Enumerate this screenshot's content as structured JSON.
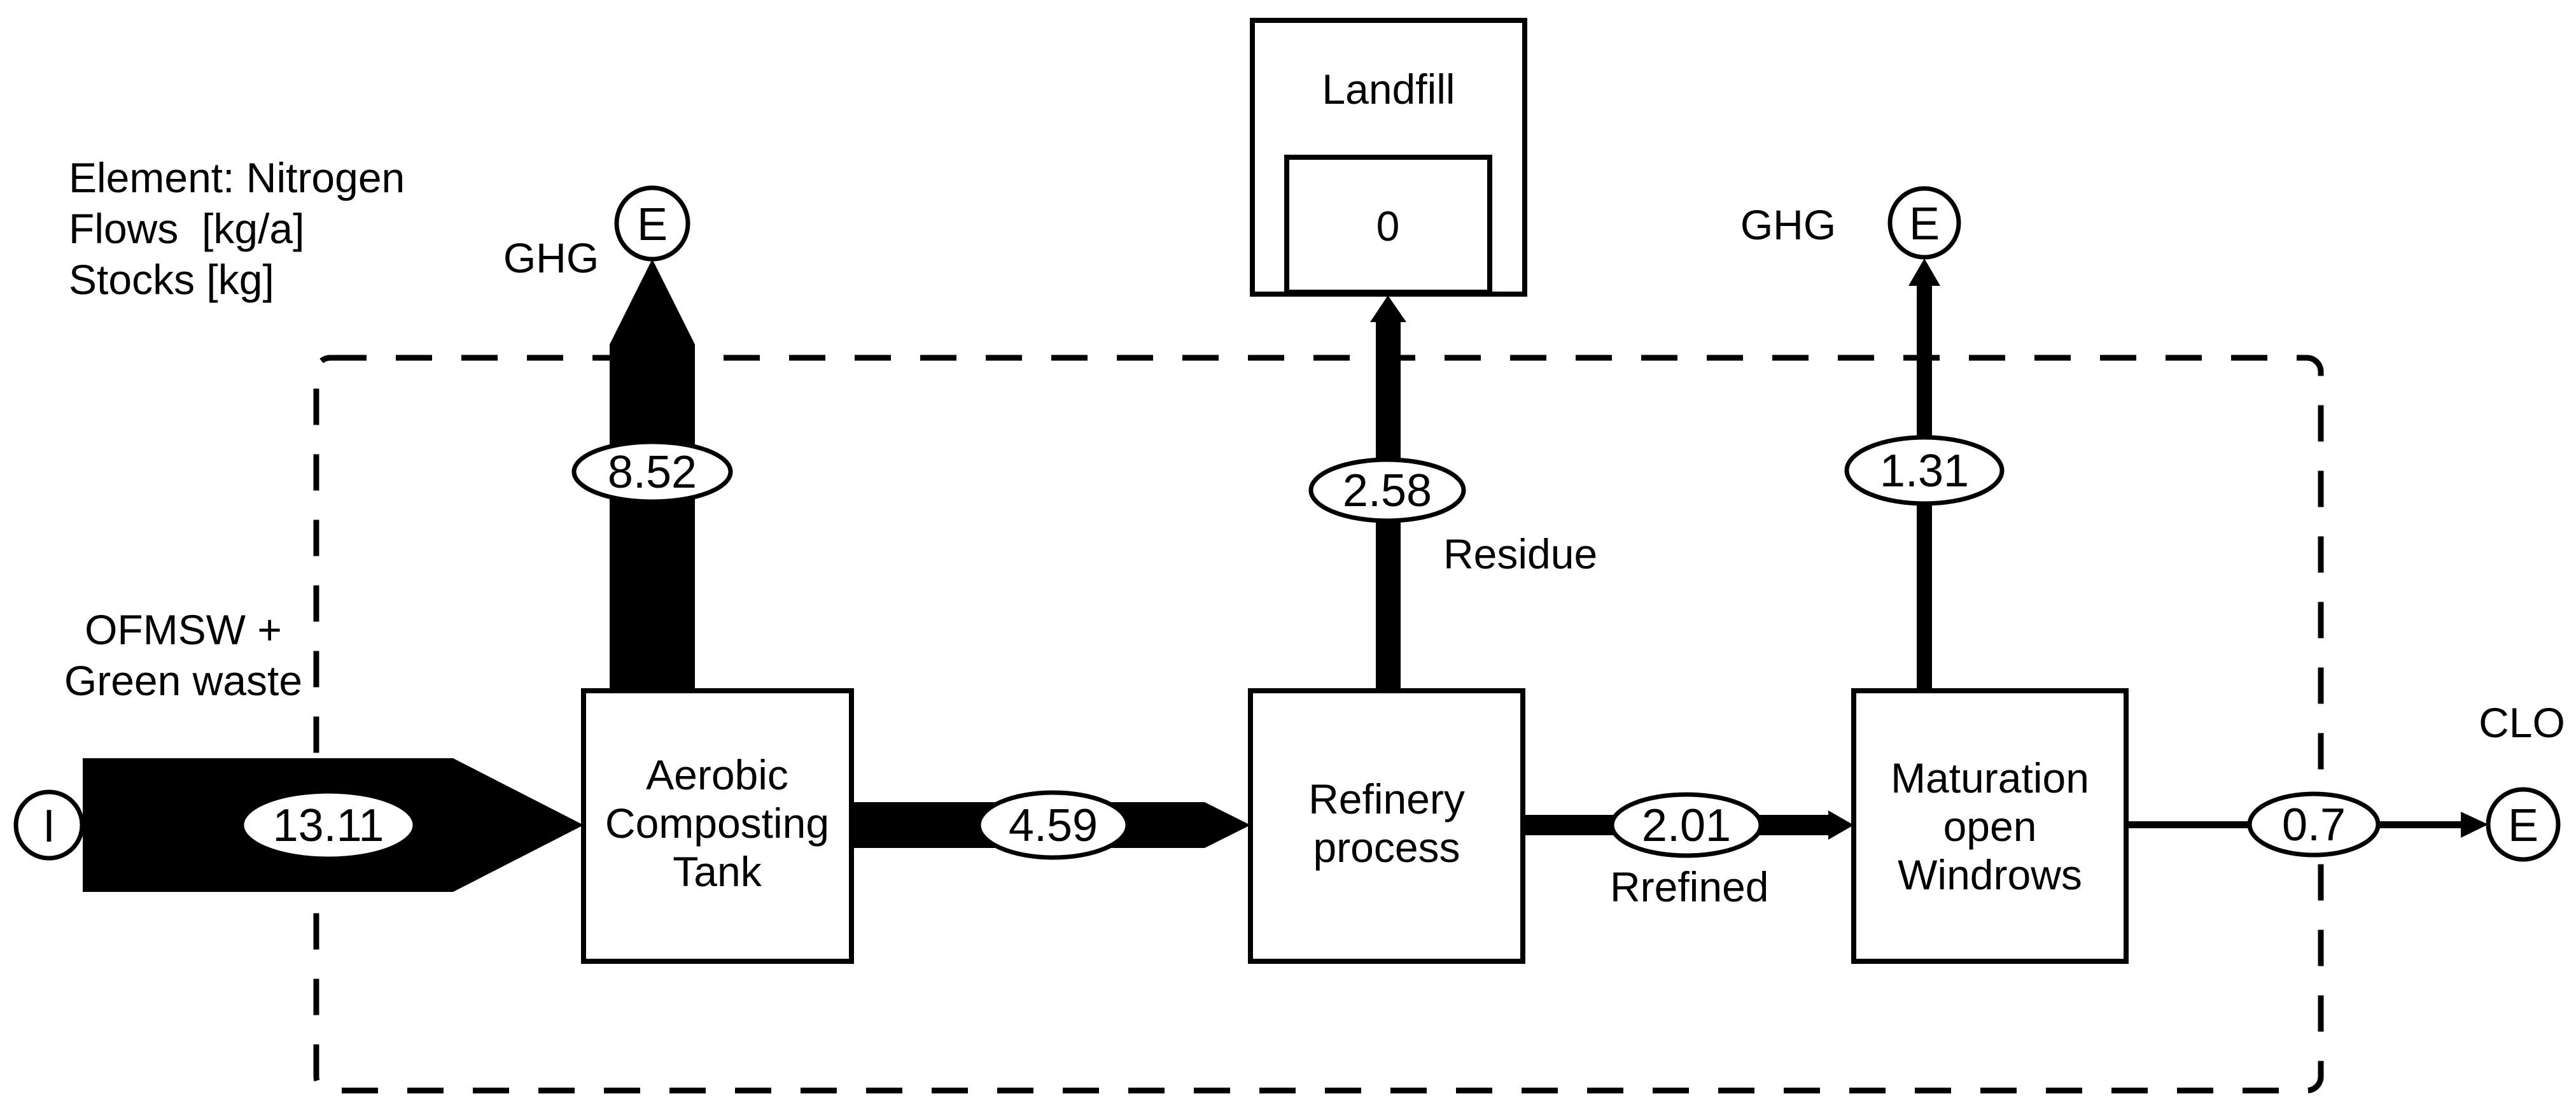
{
  "meta": {
    "element_line": "Element: Nitrogen",
    "flows_unit_line": "Flows  [kg/a]",
    "stocks_unit_line": "Stocks [kg]"
  },
  "terminals": {
    "import_symbol": "I",
    "export_symbol": "E"
  },
  "annotations": {
    "input_label_line1": "OFMSW +",
    "input_label_line2": "Green waste",
    "ghg_left": "GHG",
    "ghg_right": "GHG",
    "residue": "Residue",
    "rrefined": "Rrefined",
    "clo": "CLO"
  },
  "processes": {
    "composting": {
      "line1": "Aerobic",
      "line2": "Composting",
      "line3": "Tank"
    },
    "refinery": {
      "line1": "Refinery",
      "line2": "process"
    },
    "maturation": {
      "line1": "Maturation",
      "line2": "open",
      "line3": "Windrows"
    },
    "landfill": {
      "name": "Landfill",
      "stock_value": "0"
    }
  },
  "flow_values": {
    "input": "13.11",
    "composting_ghg": "8.52",
    "composting_to_refinery": "4.59",
    "refinery_to_landfill": "2.58",
    "refinery_to_maturation": "2.01",
    "maturation_ghg": "1.31",
    "maturation_to_export": "0.7"
  },
  "network": [
    {
      "from": "Import (I) OFMSW + Green waste",
      "to": "Aerobic Composting Tank",
      "value": 13.11
    },
    {
      "from": "Aerobic Composting Tank",
      "to": "Export (E) GHG",
      "value": 8.52
    },
    {
      "from": "Aerobic Composting Tank",
      "to": "Refinery process",
      "value": 4.59
    },
    {
      "from": "Refinery process",
      "to": "Landfill (Residue)",
      "value": 2.58
    },
    {
      "from": "Refinery process",
      "to": "Maturation open Windrows (Rrefined)",
      "value": 2.01
    },
    {
      "from": "Maturation open Windrows",
      "to": "Export (E) GHG",
      "value": 1.31
    },
    {
      "from": "Maturation open Windrows",
      "to": "Export (E) CLO",
      "value": 0.7
    },
    {
      "stock_of": "Landfill",
      "value": 0
    }
  ]
}
